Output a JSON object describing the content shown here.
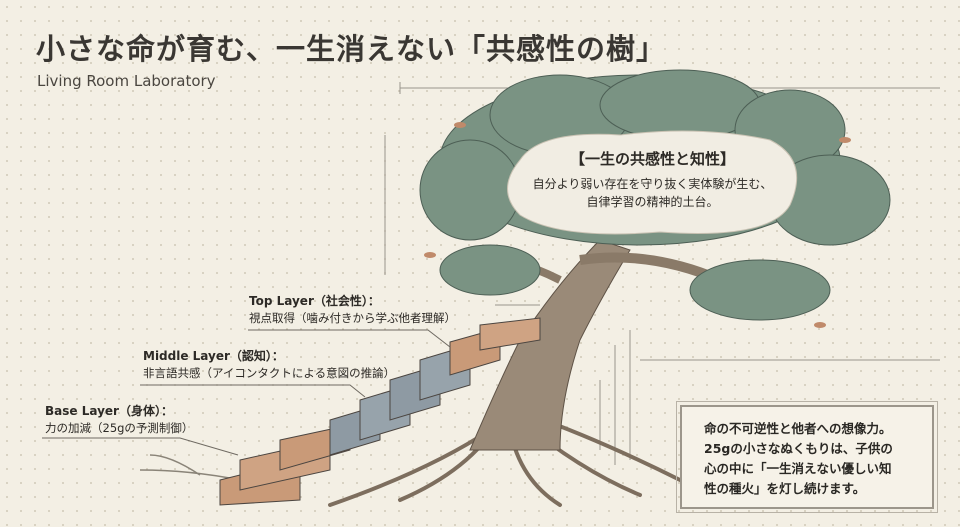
{
  "header": {
    "title": "小さな命が育む、一生消えない「共感性の樹」",
    "subtitle": "Living Room Laboratory"
  },
  "canopy_note": {
    "heading": "【一生の共感性と知性】",
    "line1": "自分より弱い存在を守り抜く実体験が生む、",
    "line2": "自律学習の精神的土台。"
  },
  "layers": [
    {
      "heading": "Top Layer（社会性）：",
      "detail": "視点取得（噛み付きから学ぶ他者理解）"
    },
    {
      "heading": "Middle Layer（認知）：",
      "detail": "非言語共感（アイコンタクトによる意図の推論）"
    },
    {
      "heading": "Base Layer（身体）：",
      "detail": "力の加減（25gの予測制御）"
    }
  ],
  "summary_box": {
    "line1": "命の不可逆性と他者への想像力。",
    "line2": "25gの小さなぬくもりは、子供の",
    "line3": "心の中に「一生消えない優しい知",
    "line4": "性の種火」を灯し続けます。"
  },
  "colors": {
    "background": "#f3efe4",
    "foliage": "#6f8a78",
    "trunk": "#8a7a68",
    "stairs_stone": "#8e9aa3",
    "stairs_wood": "#c99a78"
  }
}
